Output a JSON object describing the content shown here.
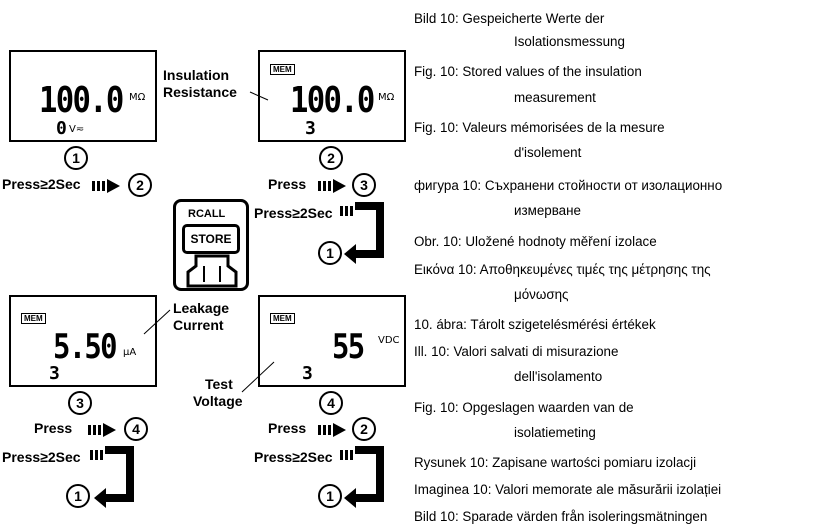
{
  "displays": [
    {
      "main": "100.0",
      "unit": "MΩ",
      "sub": "0",
      "sub_unit": "V≂",
      "mem": ""
    },
    {
      "main": "100.0",
      "unit": "MΩ",
      "sub": "3",
      "sub_unit": "",
      "mem": "MEM"
    },
    {
      "main": "5.50",
      "unit": "μA",
      "sub": "3",
      "sub_unit": "",
      "mem": "MEM"
    },
    {
      "main": "55",
      "unit": "VDC",
      "sub": "3",
      "sub_unit": "",
      "mem": "MEM"
    }
  ],
  "labels": {
    "insulation_1": "Insulation",
    "insulation_2": "Resistance",
    "leakage_1": "Leakage",
    "leakage_2": "Current",
    "test_1": "Test",
    "test_2": "Voltage"
  },
  "button": {
    "top": "RCALL",
    "face": "STORE"
  },
  "steps": {
    "s1": "1",
    "s2": "2",
    "s3": "3",
    "s4": "4",
    "press_long": "Press≥2Sec",
    "press": "Press"
  },
  "captions": [
    {
      "line": "Bild 10:  Gespeicherte Werte der",
      "cont": "Isolationsmessung"
    },
    {
      "line": "Fig. 10:  Stored values of the insulation",
      "cont": "measurement"
    },
    {
      "line": "Fig. 10:  Valeurs mémorisées de la mesure",
      "cont": "d'isolement"
    },
    {
      "line": "фигура 10: Съхранени стойности от изолационно",
      "cont": "измерване"
    },
    {
      "line": "Obr. 10:  Uložené hodnoty měření izolace",
      "cont": ""
    },
    {
      "line": "Εικόνα 10:  Αποθηκευμένες τιμές της μέτρησης της",
      "cont": "μόνωσης"
    },
    {
      "line": "10. ábra:  Tárolt szigetelésmérési értékek",
      "cont": ""
    },
    {
      "line": "Ill. 10:  Valori salvati di misurazione",
      "cont": "dell'isolamento"
    },
    {
      "line": "Fig. 10:  Opgeslagen waarden van de",
      "cont": "isolatiemeting"
    },
    {
      "line": "Rysunek 10:  Zapisane wartości pomiaru izolacji",
      "cont": ""
    },
    {
      "line": "Imaginea 10: Valori memorate ale măsurării izolației",
      "cont": ""
    },
    {
      "line": "Bild 10:  Sparade värden från isoleringsmätningen",
      "cont": ""
    }
  ]
}
